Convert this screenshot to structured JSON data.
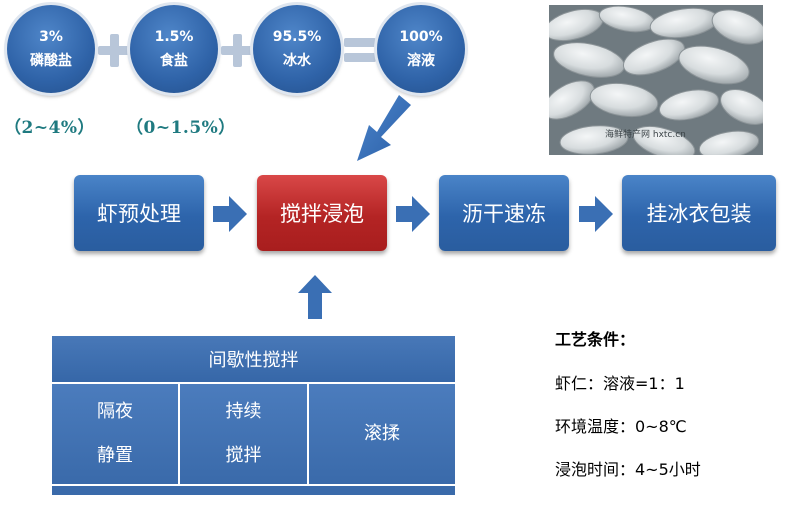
{
  "ingredients": [
    {
      "value": "3%",
      "name": "磷酸盐"
    },
    {
      "value": "1.5%",
      "name": "食盐"
    },
    {
      "value": "95.5%",
      "name": "冰水"
    },
    {
      "value": "100%",
      "name": "溶液"
    }
  ],
  "ranges": [
    "（2~4%）",
    "（0~1.5%）"
  ],
  "photo_watermark": "海鲜特产网 hxtc.cn",
  "process": [
    "虾预处理",
    "搅拌浸泡",
    "沥干速冻",
    "挂冰衣包装"
  ],
  "table": {
    "header": "间歇性搅拌",
    "cells": [
      {
        "line1": "隔夜",
        "line2": "静置"
      },
      {
        "line1": "持续",
        "line2": "搅拌"
      },
      {
        "line1": "滚揉",
        "line2": ""
      }
    ]
  },
  "conditions": {
    "title": "工艺条件：",
    "items": [
      "虾仁：溶液=1：1",
      "环境温度：0~8℃",
      "浸泡时间：4~5小时"
    ]
  },
  "colors": {
    "primary_blue": "#2f63a8",
    "highlight_red": "#b42424",
    "range_teal": "#1f7a80",
    "operator_gray": "#b8c6d9"
  }
}
